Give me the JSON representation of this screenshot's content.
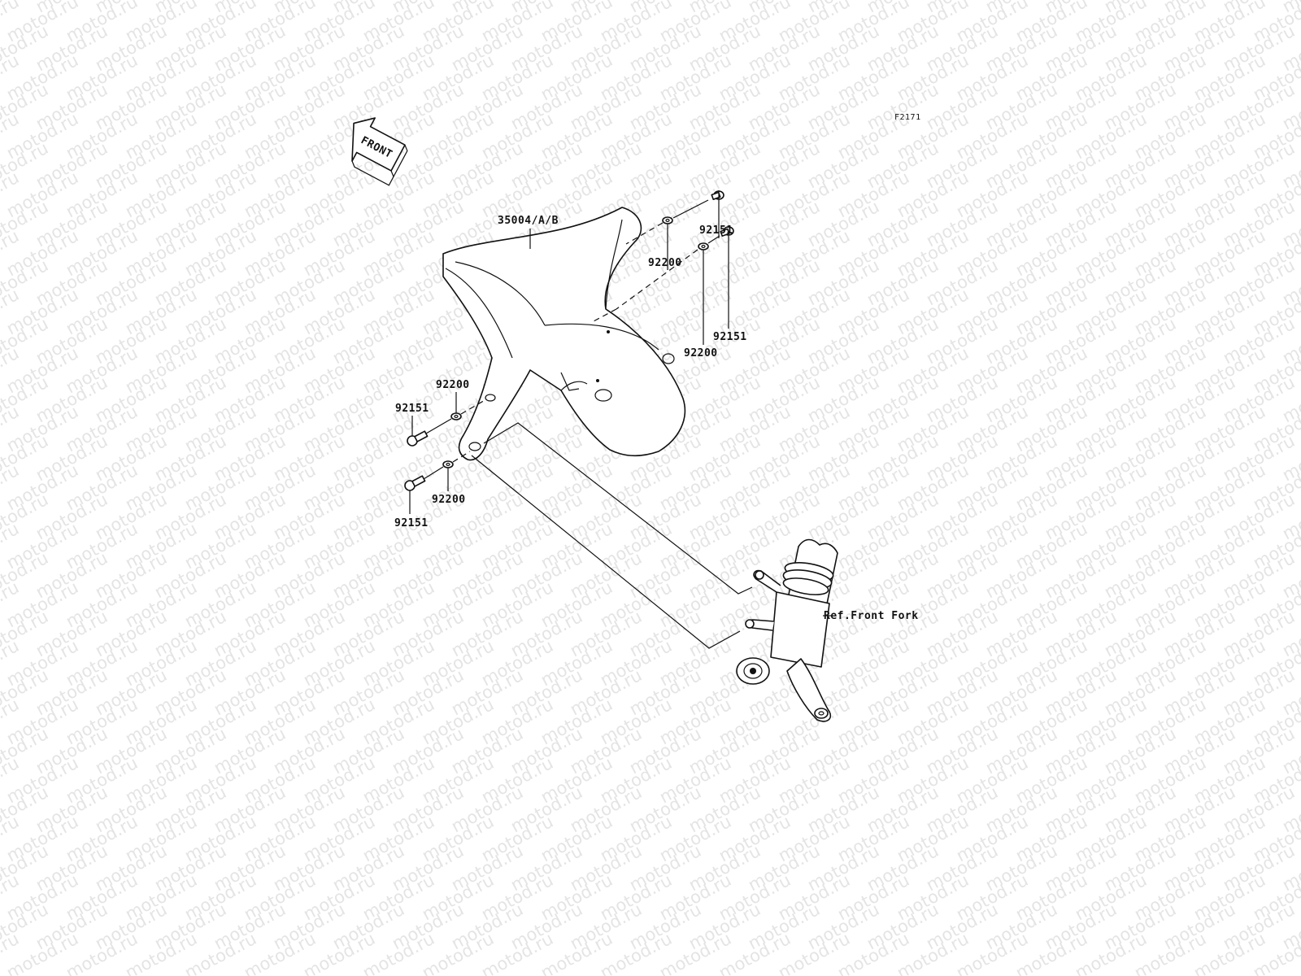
{
  "diagram": {
    "figure_code": "F2171",
    "front_arrow_label": "FRONT",
    "watermark_text": "motod.ru",
    "labels": {
      "fender": "35004/A/B",
      "bolt_top_right_upper": "92151",
      "washer_top_right_upper": "92200",
      "bolt_top_right_lower": "92151",
      "washer_top_right_lower": "92200",
      "washer_left_upper": "92200",
      "bolt_left_upper": "92151",
      "washer_left_lower": "92200",
      "bolt_left_lower": "92151",
      "fork_ref": "Ref.Front Fork"
    },
    "colors": {
      "line": "#111111",
      "watermark": "#cfcfcf",
      "background": "#ffffff"
    }
  }
}
